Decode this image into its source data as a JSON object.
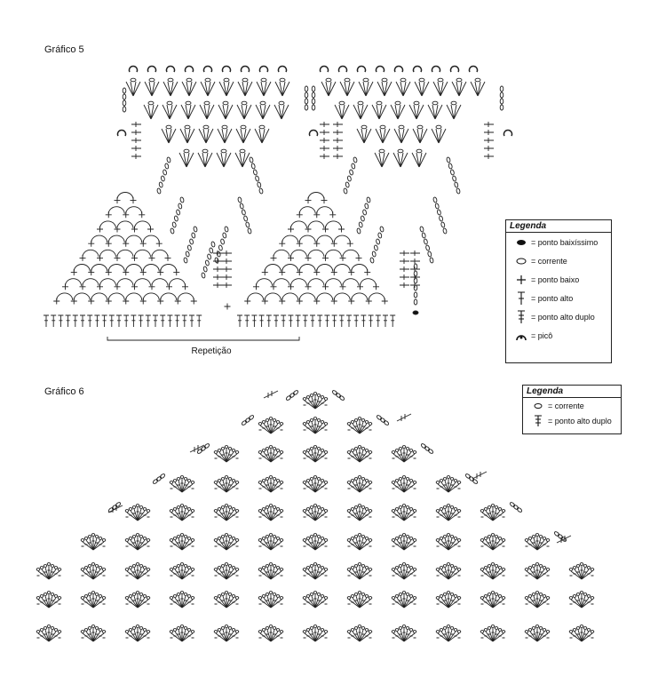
{
  "chart5": {
    "title": "Gráfico 5",
    "repeat_label": "Repetição",
    "legend": {
      "title": "Legenda",
      "items": [
        {
          "symbol": "ponto-baixissimo-symbol",
          "label": "= ponto baixíssimo"
        },
        {
          "symbol": "corrente-symbol",
          "label": "= corrente"
        },
        {
          "symbol": "ponto-baixo-symbol",
          "label": "= ponto baixo"
        },
        {
          "symbol": "ponto-alto-symbol",
          "label": "= ponto alto"
        },
        {
          "symbol": "ponto-alto-duplo-symbol",
          "label": "= ponto alto duplo"
        },
        {
          "symbol": "pico-symbol",
          "label": "= picô"
        }
      ]
    }
  },
  "chart6": {
    "title": "Gráfico 6",
    "legend": {
      "title": "Legenda",
      "items": [
        {
          "symbol": "corrente-symbol",
          "label": "= corrente"
        },
        {
          "symbol": "ponto-alto-duplo-symbol",
          "label": "= ponto alto duplo"
        }
      ]
    }
  }
}
